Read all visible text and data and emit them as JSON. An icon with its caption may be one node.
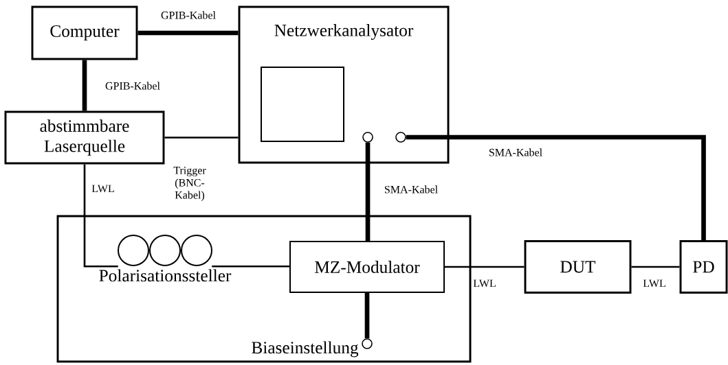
{
  "diagram": {
    "nodes": [
      {
        "text": [
          "Computer"
        ]
      },
      {
        "text": [
          "Netzwerkanalysator"
        ]
      },
      {
        "text": [],
        "shape": "box",
        "in": 1
      },
      {
        "text": [],
        "shape": "circle",
        "in": 1
      },
      {
        "text": [],
        "shape": "circle",
        "in": 1
      },
      {
        "text": [
          "abstimmbare Laserquelle"
        ]
      },
      {
        "text": [],
        "shape": "box"
      },
      {
        "text": [
          "Polarisationssteller"
        ],
        "in": 6
      },
      {
        "text": [
          "MZ-Modulator"
        ],
        "in": 6
      },
      {
        "text": [],
        "shape": "circle",
        "in": 6,
        "beside": [
          "Biaseinstellung"
        ]
      },
      {
        "text": [
          "DUT"
        ]
      },
      {
        "text": [
          "PD"
        ]
      }
    ],
    "edges": [
      {
        "from": 0,
        "to": 1,
        "arrow": "none",
        "label": "GPIB-Kabel",
        "style": "thick"
      },
      {
        "from": 0,
        "to": 5,
        "arrow": "none",
        "label": "GPIB-Kabel",
        "style": "thick"
      },
      {
        "from": 5,
        "to": 1,
        "arrow": "none",
        "label": "Trigger (BNC-Kabel)"
      },
      {
        "from": 5,
        "to": 7,
        "arrow": "none",
        "label": "LWL"
      },
      {
        "from": 7,
        "to": 8,
        "arrow": "none"
      },
      {
        "from": 3,
        "to": 8,
        "arrow": "none",
        "label": "SMA-Kabel",
        "style": "thick"
      },
      {
        "from": 4,
        "to": 11,
        "arrow": "none",
        "label": "SMA-Kabel",
        "style": "thick"
      },
      {
        "from": 8,
        "to": 9,
        "arrow": "none",
        "style": "thick"
      },
      {
        "from": 8,
        "to": 10,
        "arrow": "none",
        "label": "LWL"
      },
      {
        "from": 10,
        "to": 11,
        "arrow": "none",
        "label": "LWL"
      }
    ]
  }
}
